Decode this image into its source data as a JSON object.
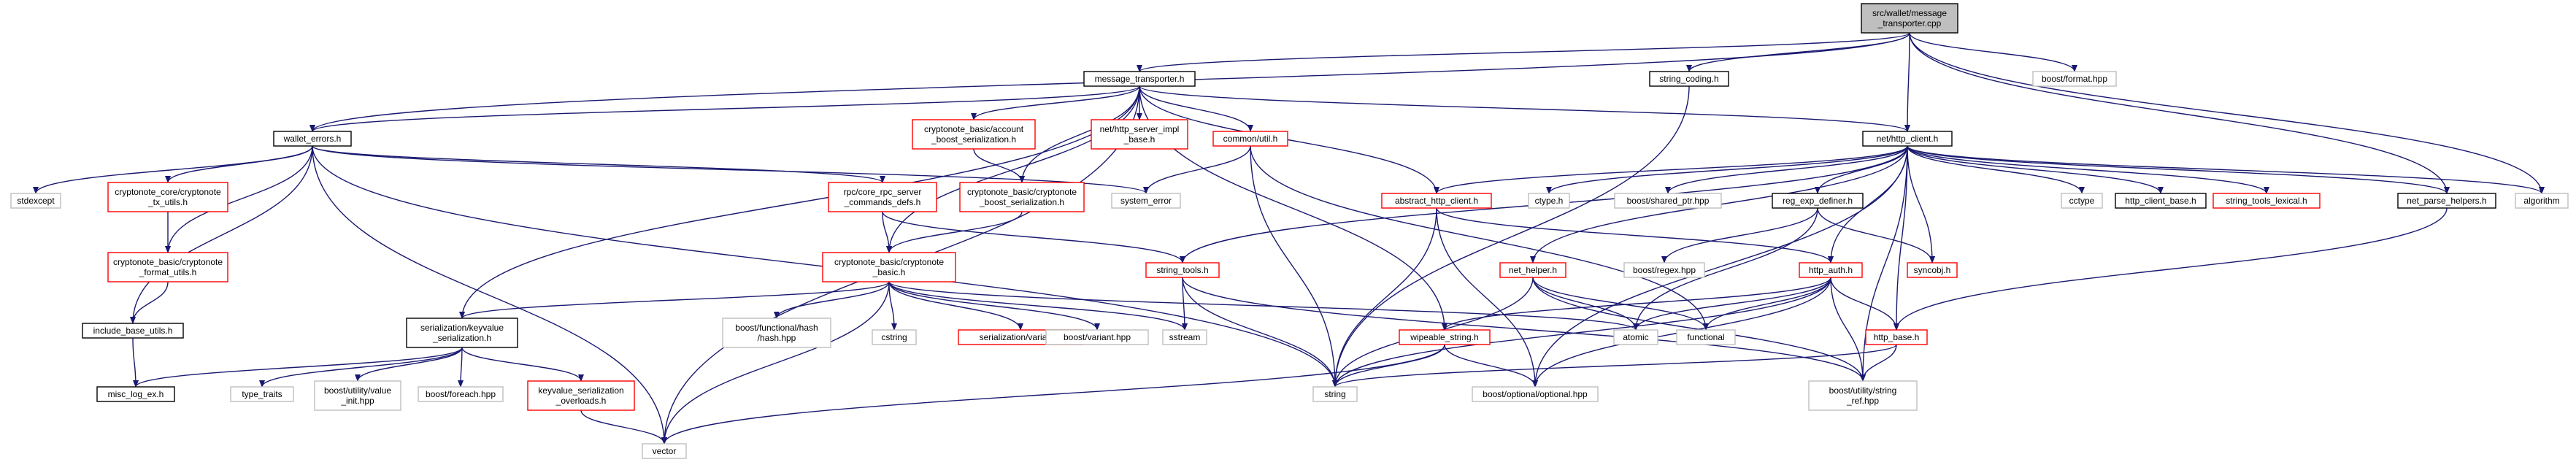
{
  "colors": {
    "edge": "#191970",
    "root_fill": "#bfbfbf",
    "normal_border": "#000000",
    "normal_fill": "#ffffff",
    "missing_border": "#bfbfbf",
    "collapsed_border": "#ff0000"
  },
  "nodes": [
    {
      "id": "root",
      "lines": [
        "src/wallet/message",
        "_transporter.cpp"
      ],
      "style": "root"
    },
    {
      "id": "message_transporter",
      "lines": [
        "message_transporter.h"
      ],
      "style": "normal"
    },
    {
      "id": "string_coding",
      "lines": [
        "string_coding.h"
      ],
      "style": "normal"
    },
    {
      "id": "boost_format",
      "lines": [
        "boost/format.hpp"
      ],
      "style": "missing"
    },
    {
      "id": "wallet_errors",
      "lines": [
        "wallet_errors.h"
      ],
      "style": "normal"
    },
    {
      "id": "account_boost",
      "lines": [
        "cryptonote_basic/account",
        "_boost_serialization.h"
      ],
      "style": "collapsed"
    },
    {
      "id": "http_server_impl",
      "lines": [
        "net/http_server_impl",
        "_base.h"
      ],
      "style": "collapsed"
    },
    {
      "id": "common_util",
      "lines": [
        "common/util.h"
      ],
      "style": "collapsed"
    },
    {
      "id": "net_http_client",
      "lines": [
        "net/http_client.h"
      ],
      "style": "normal"
    },
    {
      "id": "stdexcept",
      "lines": [
        "stdexcept"
      ],
      "style": "missing"
    },
    {
      "id": "cn_tx_utils",
      "lines": [
        "cryptonote_core/cryptonote",
        "_tx_utils.h"
      ],
      "style": "collapsed"
    },
    {
      "id": "rpc_commands",
      "lines": [
        "rpc/core_rpc_server",
        "_commands_defs.h"
      ],
      "style": "collapsed"
    },
    {
      "id": "cn_boost_ser",
      "lines": [
        "cryptonote_basic/cryptonote",
        "_boost_serialization.h"
      ],
      "style": "collapsed"
    },
    {
      "id": "system_error",
      "lines": [
        "system_error"
      ],
      "style": "missing"
    },
    {
      "id": "abstract_http",
      "lines": [
        "abstract_http_client.h"
      ],
      "style": "collapsed"
    },
    {
      "id": "ctype",
      "lines": [
        "ctype.h"
      ],
      "style": "missing"
    },
    {
      "id": "boost_shared",
      "lines": [
        "boost/shared_ptr.hpp"
      ],
      "style": "missing"
    },
    {
      "id": "reg_exp",
      "lines": [
        "reg_exp_definer.h"
      ],
      "style": "normal"
    },
    {
      "id": "cctype",
      "lines": [
        "cctype"
      ],
      "style": "missing"
    },
    {
      "id": "http_client_base",
      "lines": [
        "http_client_base.h"
      ],
      "style": "normal"
    },
    {
      "id": "string_tools_lexical",
      "lines": [
        "string_tools_lexical.h"
      ],
      "style": "collapsed"
    },
    {
      "id": "net_parse_helpers",
      "lines": [
        "net_parse_helpers.h"
      ],
      "style": "normal"
    },
    {
      "id": "algorithm",
      "lines": [
        "algorithm"
      ],
      "style": "missing"
    },
    {
      "id": "cn_format_utils",
      "lines": [
        "cryptonote_basic/cryptonote",
        "_format_utils.h"
      ],
      "style": "collapsed"
    },
    {
      "id": "cn_basic",
      "lines": [
        "cryptonote_basic/cryptonote",
        "_basic.h"
      ],
      "style": "collapsed"
    },
    {
      "id": "string_tools",
      "lines": [
        "string_tools.h"
      ],
      "style": "collapsed"
    },
    {
      "id": "net_helper",
      "lines": [
        "net_helper.h"
      ],
      "style": "collapsed"
    },
    {
      "id": "boost_regex",
      "lines": [
        "boost/regex.hpp"
      ],
      "style": "missing"
    },
    {
      "id": "http_auth",
      "lines": [
        "http_auth.h"
      ],
      "style": "collapsed"
    },
    {
      "id": "syncobj",
      "lines": [
        "syncobj.h"
      ],
      "style": "collapsed"
    },
    {
      "id": "include_base_utils",
      "lines": [
        "include_base_utils.h"
      ],
      "style": "normal"
    },
    {
      "id": "ser_keyvalue",
      "lines": [
        "serialization/keyvalue",
        "_serialization.h"
      ],
      "style": "normal"
    },
    {
      "id": "boost_functional",
      "lines": [
        "boost/functional/hash",
        "/hash.hpp"
      ],
      "style": "missing"
    },
    {
      "id": "cstring",
      "lines": [
        "cstring"
      ],
      "style": "missing"
    },
    {
      "id": "ser_variant",
      "lines": [
        "serialization/variant.h"
      ],
      "style": "collapsed"
    },
    {
      "id": "boost_variant",
      "lines": [
        "boost/variant.hpp"
      ],
      "style": "missing"
    },
    {
      "id": "sstream",
      "lines": [
        "sstream"
      ],
      "style": "missing"
    },
    {
      "id": "atomic",
      "lines": [
        "atomic"
      ],
      "style": "missing"
    },
    {
      "id": "functional",
      "lines": [
        "functional"
      ],
      "style": "missing"
    },
    {
      "id": "wipeable_string",
      "lines": [
        "wipeable_string.h"
      ],
      "style": "collapsed"
    },
    {
      "id": "http_base",
      "lines": [
        "http_base.h"
      ],
      "style": "collapsed"
    },
    {
      "id": "misc_log_ex",
      "lines": [
        "misc_log_ex.h"
      ],
      "style": "normal"
    },
    {
      "id": "type_traits",
      "lines": [
        "type_traits"
      ],
      "style": "missing"
    },
    {
      "id": "boost_value_init",
      "lines": [
        "boost/utility/value",
        "_init.hpp"
      ],
      "style": "missing"
    },
    {
      "id": "boost_foreach",
      "lines": [
        "boost/foreach.hpp"
      ],
      "style": "missing"
    },
    {
      "id": "kv_overloads",
      "lines": [
        "keyvalue_serialization",
        "_overloads.h"
      ],
      "style": "collapsed"
    },
    {
      "id": "string",
      "lines": [
        "string"
      ],
      "style": "missing"
    },
    {
      "id": "boost_optional",
      "lines": [
        "boost/optional/optional.hpp"
      ],
      "style": "missing"
    },
    {
      "id": "boost_string_ref",
      "lines": [
        "boost/utility/string",
        "_ref.hpp"
      ],
      "style": "missing"
    },
    {
      "id": "vector",
      "lines": [
        "vector"
      ],
      "style": "missing"
    }
  ]
}
